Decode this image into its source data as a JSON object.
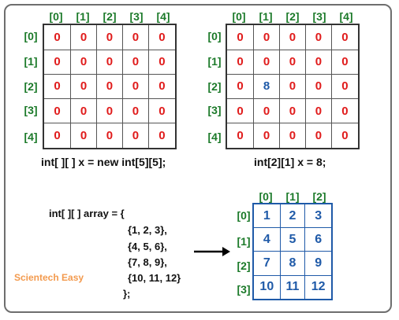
{
  "diagram1": {
    "col_headers": [
      "[0]",
      "[1]",
      "[2]",
      "[3]",
      "[4]"
    ],
    "row_headers": [
      "[0]",
      "[1]",
      "[2]",
      "[3]",
      "[4]"
    ],
    "cells": [
      [
        "0",
        "0",
        "0",
        "0",
        "0"
      ],
      [
        "0",
        "0",
        "0",
        "0",
        "0"
      ],
      [
        "0",
        "0",
        "0",
        "0",
        "0"
      ],
      [
        "0",
        "0",
        "0",
        "0",
        "0"
      ],
      [
        "0",
        "0",
        "0",
        "0",
        "0"
      ]
    ],
    "caption": "int[ ][ ] x = new int[5][5];"
  },
  "diagram2": {
    "col_headers": [
      "[0]",
      "[1]",
      "[2]",
      "[3]",
      "[4]"
    ],
    "row_headers": [
      "[0]",
      "[1]",
      "[2]",
      "[3]",
      "[4]"
    ],
    "cells": [
      [
        "0",
        "0",
        "0",
        "0",
        "0"
      ],
      [
        "0",
        "0",
        "0",
        "0",
        "0"
      ],
      [
        "0",
        "8",
        "0",
        "0",
        "0"
      ],
      [
        "0",
        "0",
        "0",
        "0",
        "0"
      ],
      [
        "0",
        "0",
        "0",
        "0",
        "0"
      ]
    ],
    "caption": "int[2][1] x = 8;"
  },
  "code_block": {
    "lines": [
      "int[ ][ ] array = {",
      "{1, 2, 3},",
      "{4, 5, 6},",
      "{7, 8, 9},",
      "{10, 11, 12}",
      "};"
    ]
  },
  "diagram3": {
    "col_headers": [
      "[0]",
      "[1]",
      "[2]"
    ],
    "row_headers": [
      "[0]",
      "[1]",
      "[2]",
      "[3]"
    ],
    "cells": [
      [
        "1",
        "2",
        "3"
      ],
      [
        "4",
        "5",
        "6"
      ],
      [
        "7",
        "8",
        "9"
      ],
      [
        "10",
        "11",
        "12"
      ]
    ]
  },
  "watermark": "Scientech Easy",
  "colors": {
    "header_green": "#1c7a2a",
    "value_red": "#e01b1b",
    "value_blue": "#1f5aa8",
    "brand_orange": "#f39a4e",
    "frame_gray": "#6e6e6e"
  }
}
